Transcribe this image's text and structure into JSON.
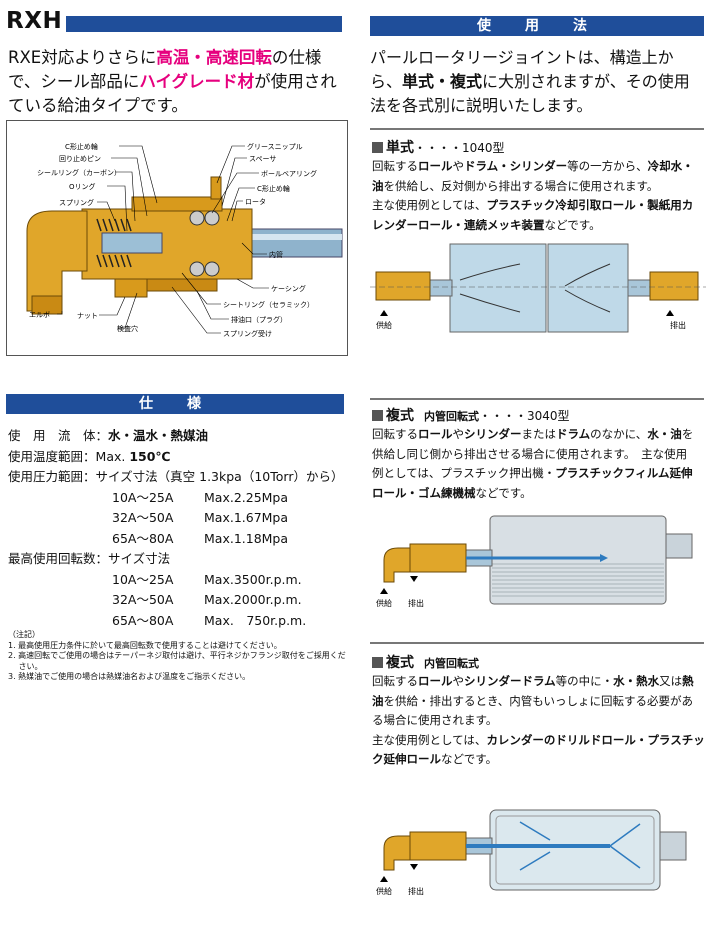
{
  "left": {
    "model": "RXH",
    "intro": {
      "p1": "RXE対応よりさらに",
      "h1": "高温・高速回転",
      "p2": "の仕様で、シール部品に",
      "h2": "ハイグレード材",
      "p3": "が使用されている給油タイプです。"
    },
    "diagram_labels": {
      "c_ring": "C形止め輪",
      "anti_rotation_pin": "回り止めピン",
      "seal_ring_carbon": "シールリング（カーボン）",
      "o_ring": "Oリング",
      "spring": "スプリング",
      "grease_nipple": "グリースニップル",
      "spacer": "スペーサ",
      "ball_bearing": "ボールベアリング",
      "c_ring2": "C形止め輪",
      "rotor": "ロータ",
      "inner_pipe": "内管",
      "casing": "ケーシング",
      "seat_ring": "シートリング（セラミック）",
      "drain_plug": "排油口（プラグ）",
      "spring_seat": "スプリング受け",
      "elbow": "エルボ",
      "nut": "ナット",
      "inspection_hole": "検査穴"
    },
    "spec_title": "仕　様",
    "specs": {
      "fluid_label": "使　用　流　体",
      "fluid_value": "水・温水・熱媒油",
      "temp_label": "使用温度範囲",
      "temp_prefix": "Max. ",
      "temp_value": "150℃",
      "pressure_label": "使用圧力範囲",
      "pressure_value": "サイズ寸法（真空 1.3kpa（10Torr）から）",
      "pressure_rows": [
        {
          "size": "10A～25A",
          "value": "Max.2.25Mpa"
        },
        {
          "size": "32A～50A",
          "value": "Max.1.67Mpa"
        },
        {
          "size": "65A～80A",
          "value": "Max.1.18Mpa"
        }
      ],
      "rpm_label": "最高使用回転数",
      "rpm_value": "サイズ寸法",
      "rpm_rows": [
        {
          "size": "10A～25A",
          "value": "Max.3500r.p.m."
        },
        {
          "size": "32A～50A",
          "value": "Max.2000r.p.m."
        },
        {
          "size": "65A～80A",
          "value": "Max.　750r.p.m."
        }
      ]
    },
    "notes": {
      "title": "（注記）",
      "n1": "1. 最高使用圧力条件に於いて最高回転数で使用することは避けてください。",
      "n2a": "2. 高速回転でご使用の場合はテーパーネジ取付は避け、平行ネジかフランジ取付をご採用くだ",
      "n2b": "　 さい。",
      "n3": "3. 熱媒油でご使用の場合は熱媒油名および温度をご指示ください。"
    }
  },
  "right": {
    "usage_title": "使　用　法",
    "intro": {
      "p1": "パールロータリージョイントは、構造上から、",
      "b1": "単式・複式",
      "p2": "に大別されますが、その使用法を各式別に説明いたします。"
    },
    "single": {
      "heading": "単式",
      "num": "・・・・1040型",
      "l1a": "回転する",
      "l1b": "ロール",
      "l1c": "や",
      "l1d": "ドラム・シリンダー",
      "l1e": "等の一方から、",
      "l1f": "冷却水・",
      "l2a": "油",
      "l2b": "を供給し、反対側から排出する場合に使用されます。",
      "l3a": "主な使用例としては、",
      "l3b": "プラスチック冷却引取ロール・製紙用カ",
      "l4a": "レンダーロール・連続メッキ装置",
      "l4b": "などです。",
      "supply": "供給",
      "discharge": "排出"
    },
    "double1": {
      "heading": "複式",
      "sub": "内管回転式",
      "num": "・・・・3040型",
      "l1a": "回転する",
      "l1b": "ロール",
      "l1c": "や",
      "l1d": "シリンダー",
      "l1e": "または",
      "l1f": "ドラム",
      "l1g": "のなかに、",
      "l1h": "水・油",
      "l1i": "を",
      "l2": "供給し同じ側から排出させる場合に使用されます。　主な使用",
      "l3a": "例としては、プラスチック押出機・",
      "l3b": "プラスチックフィルム延伸",
      "l4a": "ロール・ゴム練機械",
      "l4b": "などです。",
      "supply": "供給",
      "discharge": "排出"
    },
    "double2": {
      "heading": "複式",
      "sub": "内管回転式",
      "l1a": "回転する",
      "l1b": "ロール",
      "l1c": "や",
      "l1d": "シリンダードラム",
      "l1e": "等の中に・",
      "l1f": "水・熱水",
      "l1g": "又は",
      "l1h": "熱",
      "l2a": "油",
      "l2b": "を供給・排出するとき、内管もいっしょに回転する必要があ",
      "l3": "る場合に使用されます。",
      "l4a": "主な使用例としては、",
      "l4b": "カレンダーのドリルドロール・プラスチッ",
      "l5": "ク延伸ロール",
      "l5b": "などです。",
      "supply": "供給",
      "discharge": "排出"
    }
  }
}
